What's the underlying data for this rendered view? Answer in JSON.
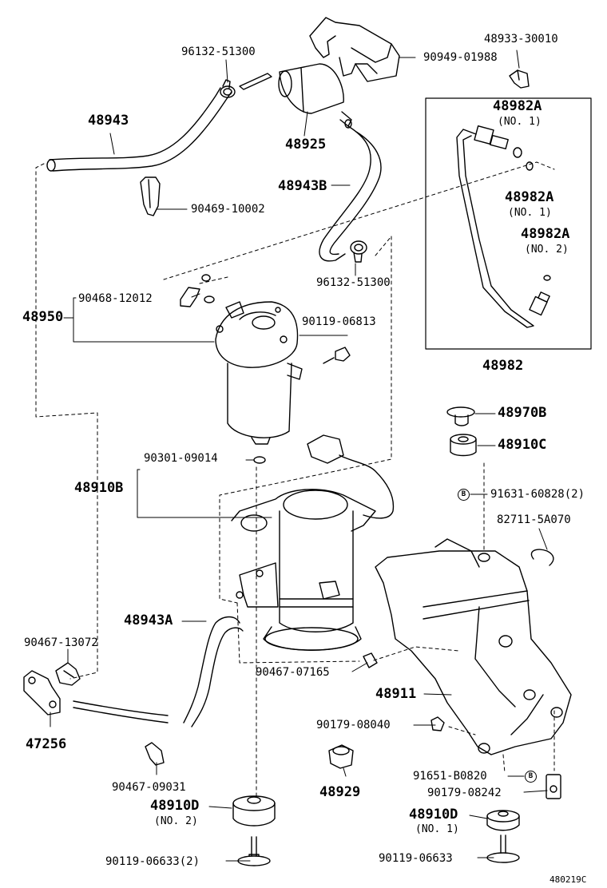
{
  "catalog_code": "480219C",
  "parts": {
    "p48943": "48943",
    "p96132_top": "96132-51300",
    "p48925": "48925",
    "p90949": "90949-01988",
    "p48933": "48933-30010",
    "p48982A_1": "48982A",
    "p48982A_1_note": "(NO. 1)",
    "p48982A_2": "48982A",
    "p48982A_2_note": "(NO. 1)",
    "p48982A_3": "48982A",
    "p48982A_3_note": "(NO. 2)",
    "p48982": "48982",
    "p48943B": "48943B",
    "p90469": "90469-10002",
    "p96132_mid": "96132-51300",
    "p90468": "90468-12012",
    "p48950": "48950",
    "p90119_06813": "90119-06813",
    "p48970B": "48970B",
    "p48910C": "48910C",
    "p90301": "90301-09014",
    "p48910B": "48910B",
    "p91631": "91631-60828(2)",
    "p82711": "82711-5A070",
    "p48943A": "48943A",
    "p90467_13072": "90467-13072",
    "p90467_07165": "90467-07165",
    "p48911": "48911",
    "p47256": "47256",
    "p90179_08040": "90179-08040",
    "p90467_09031": "90467-09031",
    "p48929": "48929",
    "p91651": "91651-B0820",
    "p90179_08242": "90179-08242",
    "p48910D_1": "48910D",
    "p48910D_1_note": "(NO. 2)",
    "p48910D_2": "48910D",
    "p48910D_2_note": "(NO. 1)",
    "p90119_06633_2": "90119-06633(2)",
    "p90119_06633": "90119-06633"
  },
  "badges": {
    "b1": "B",
    "b2": "B"
  },
  "colors": {
    "ink": "#000000",
    "paper": "#ffffff"
  }
}
